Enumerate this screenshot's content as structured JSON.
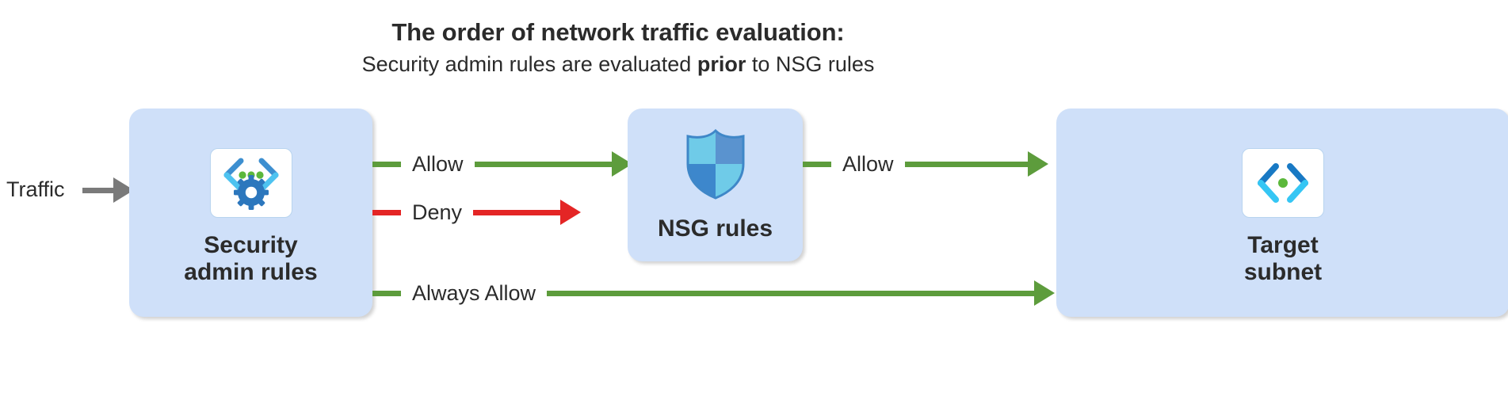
{
  "header": {
    "title": "The order of network traffic evaluation:",
    "subtitle_before": "Security admin rules are evaluated ",
    "subtitle_emphasis": "prior",
    "subtitle_after": " to NSG rules"
  },
  "entry": {
    "label": "Traffic"
  },
  "nodes": [
    {
      "id": "security-admin-rules",
      "label": "Security\nadmin rules",
      "icon": "security-admin-rules-icon"
    },
    {
      "id": "nsg-rules",
      "label": "NSG rules",
      "icon": "shield-icon"
    },
    {
      "id": "target-subnet",
      "label": "Target\nsubnet",
      "icon": "subnet-code-icon"
    }
  ],
  "connectors": [
    {
      "id": "traffic-in",
      "label": "",
      "color": "#7a7a7a",
      "from": "traffic",
      "to": "security-admin-rules"
    },
    {
      "id": "allow-to-nsg",
      "label": "Allow",
      "color": "#5d9c3c",
      "from": "security-admin-rules",
      "to": "nsg-rules"
    },
    {
      "id": "deny",
      "label": "Deny",
      "color": "#e42525",
      "from": "security-admin-rules",
      "to": "dropped"
    },
    {
      "id": "allow-to-target",
      "label": "Allow",
      "color": "#5d9c3c",
      "from": "nsg-rules",
      "to": "target-subnet"
    },
    {
      "id": "always-allow",
      "label": "Always Allow",
      "color": "#5d9c3c",
      "from": "security-admin-rules",
      "to": "target-subnet"
    }
  ],
  "colors": {
    "node_fill": "#cfe0f9",
    "allow": "#5d9c3c",
    "deny": "#e42525",
    "traffic": "#7a7a7a",
    "text": "#2b2b2b"
  }
}
